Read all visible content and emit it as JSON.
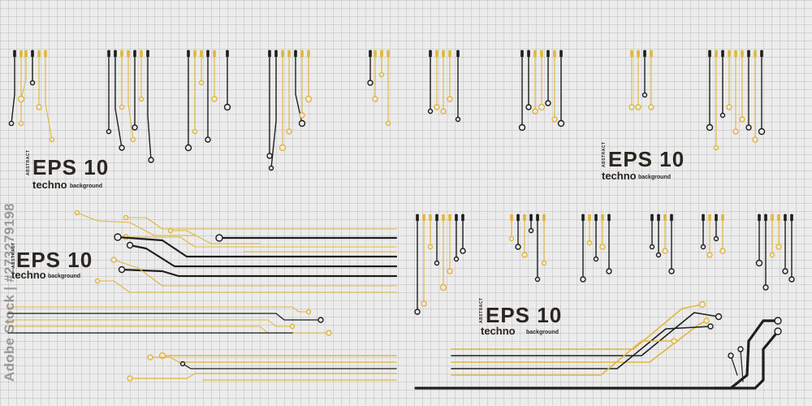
{
  "watermark": "Adobe Stock | #273279198",
  "labels": [
    {
      "abstract": "ABSTRACT",
      "eps": "EPS 10",
      "techno": "techno",
      "background": "background"
    },
    {
      "abstract": "ABSTRACT",
      "eps": "EPS 10",
      "techno": "techno",
      "background": "background"
    },
    {
      "abstract": "ABSTRACT",
      "eps": "EPS 10",
      "techno": "techno",
      "background": "background"
    },
    {
      "abstract": "ABSTRACT",
      "eps": "EPS 10",
      "techno": "techno",
      "background": "background"
    }
  ],
  "colors": {
    "background": "#ececec",
    "grid": "#c8c8c8",
    "trace_dark": "#1e1e1e",
    "trace_gold": "#e2b63a",
    "text": "#2b2520"
  }
}
